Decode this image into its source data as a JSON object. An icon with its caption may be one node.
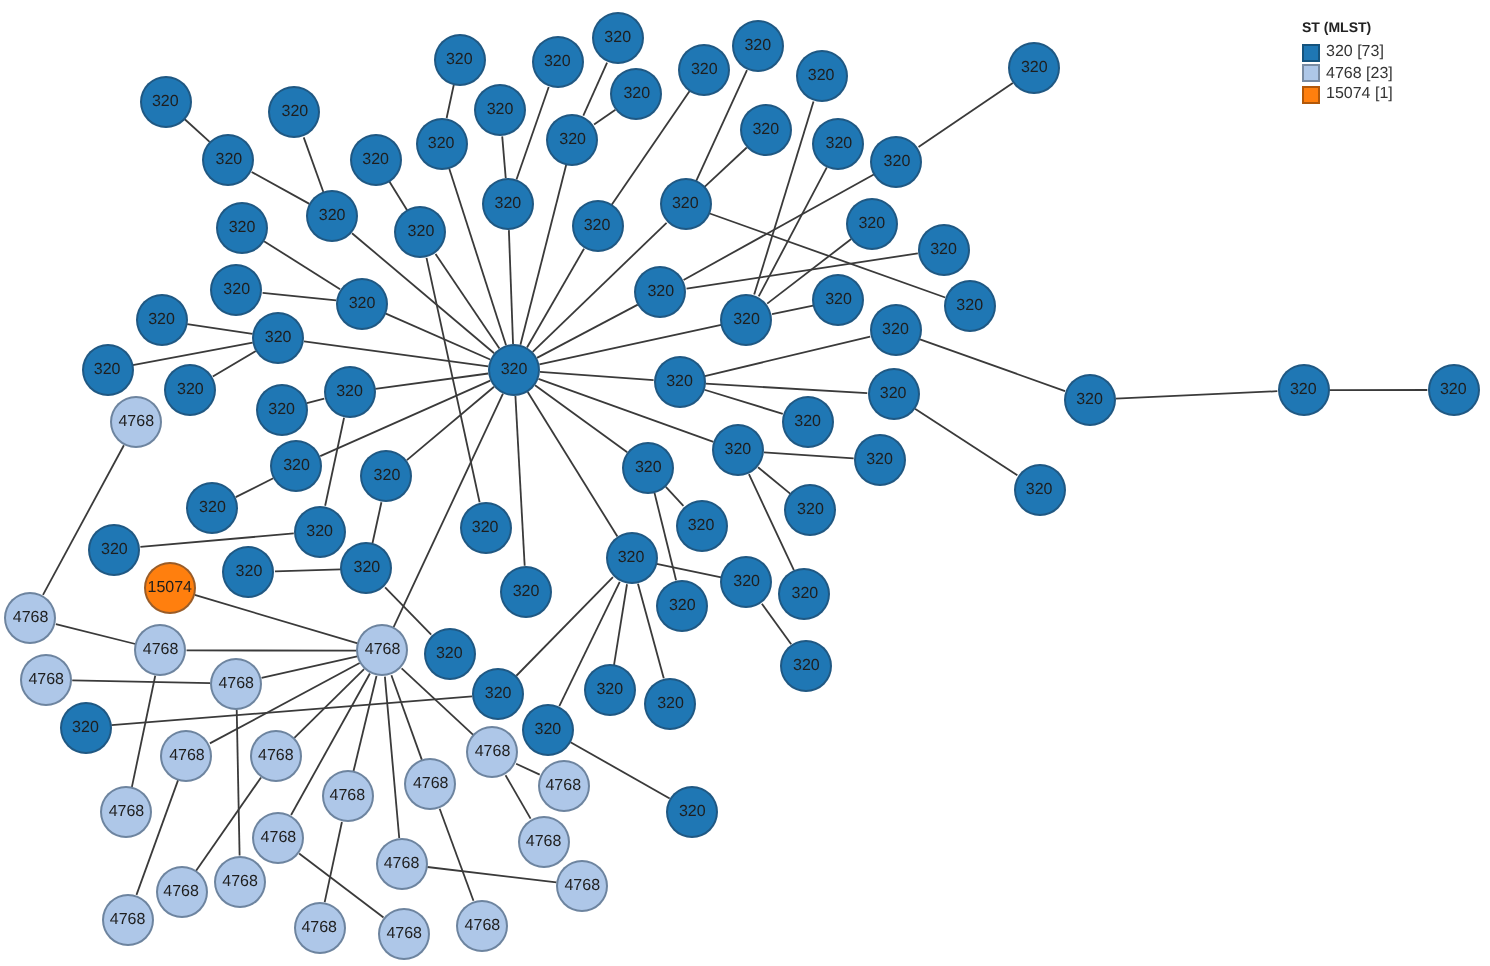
{
  "diagram": {
    "nodes": [
      {
        "text": [
          "320"
        ]
      },
      {
        "text": [
          "320"
        ]
      },
      {
        "text": [
          "320"
        ]
      },
      {
        "text": [
          "320"
        ]
      },
      {
        "text": [
          "320"
        ]
      },
      {
        "text": [
          "320"
        ]
      },
      {
        "text": [
          "320"
        ]
      },
      {
        "text": [
          "320"
        ]
      },
      {
        "text": [
          "320"
        ]
      },
      {
        "text": [
          "320"
        ]
      },
      {
        "text": [
          "320"
        ]
      },
      {
        "text": [
          "320"
        ]
      },
      {
        "text": [
          "320"
        ]
      },
      {
        "text": [
          "320"
        ]
      },
      {
        "text": [
          "320"
        ]
      },
      {
        "text": [
          "320"
        ]
      },
      {
        "text": [
          "320"
        ]
      },
      {
        "text": [
          "320"
        ]
      },
      {
        "text": [
          "320"
        ]
      },
      {
        "text": [
          "320"
        ]
      },
      {
        "text": [
          "320"
        ]
      },
      {
        "text": [
          "320"
        ]
      },
      {
        "text": [
          "320"
        ]
      },
      {
        "text": [
          "320"
        ]
      },
      {
        "text": [
          "320"
        ]
      },
      {
        "text": [
          "320"
        ]
      },
      {
        "text": [
          "320"
        ]
      },
      {
        "text": [
          "320"
        ]
      },
      {
        "text": [
          "320"
        ]
      },
      {
        "text": [
          "320"
        ]
      },
      {
        "text": [
          "320"
        ]
      },
      {
        "text": [
          "320"
        ]
      },
      {
        "text": [
          "320"
        ]
      },
      {
        "text": [
          "320"
        ]
      },
      {
        "text": [
          "320"
        ]
      },
      {
        "text": [
          "320"
        ]
      },
      {
        "text": [
          "320"
        ]
      },
      {
        "text": [
          "320"
        ]
      },
      {
        "text": [
          "320"
        ]
      },
      {
        "text": [
          "320"
        ]
      },
      {
        "text": [
          "320"
        ]
      },
      {
        "text": [
          "320"
        ]
      },
      {
        "text": [
          "320"
        ]
      },
      {
        "text": [
          "320"
        ]
      },
      {
        "text": [
          "320"
        ]
      },
      {
        "text": [
          "320"
        ]
      },
      {
        "text": [
          "320"
        ]
      },
      {
        "text": [
          "320"
        ]
      },
      {
        "text": [
          "320"
        ]
      },
      {
        "text": [
          "320"
        ]
      },
      {
        "text": [
          "320"
        ]
      },
      {
        "text": [
          "320"
        ]
      },
      {
        "text": [
          "320"
        ]
      },
      {
        "text": [
          "320"
        ]
      },
      {
        "text": [
          "320"
        ]
      },
      {
        "text": [
          "320"
        ]
      },
      {
        "text": [
          "320"
        ]
      },
      {
        "text": [
          "320"
        ]
      },
      {
        "text": [
          "320"
        ]
      },
      {
        "text": [
          "320"
        ]
      },
      {
        "text": [
          "320"
        ]
      },
      {
        "text": [
          "320"
        ]
      },
      {
        "text": [
          "320"
        ]
      },
      {
        "text": [
          "320"
        ]
      },
      {
        "text": [
          "320"
        ]
      },
      {
        "text": [
          "320"
        ]
      },
      {
        "text": [
          "320"
        ]
      },
      {
        "text": [
          "320"
        ]
      },
      {
        "text": [
          "320"
        ]
      },
      {
        "text": [
          "320"
        ]
      },
      {
        "text": [
          "320"
        ]
      },
      {
        "text": [
          "320"
        ]
      },
      {
        "text": [
          "320"
        ]
      },
      {
        "text": [
          "4768"
        ]
      },
      {
        "text": [
          "15074"
        ]
      },
      {
        "text": [
          "4768"
        ]
      },
      {
        "text": [
          "4768"
        ]
      },
      {
        "text": [
          "4768"
        ]
      },
      {
        "text": [
          "4768"
        ]
      },
      {
        "text": [
          "4768"
        ]
      },
      {
        "text": [
          "4768"
        ]
      },
      {
        "text": [
          "4768"
        ]
      },
      {
        "text": [
          "4768"
        ]
      },
      {
        "text": [
          "4768"
        ]
      },
      {
        "text": [
          "4768"
        ]
      },
      {
        "text": [
          "4768"
        ]
      },
      {
        "text": [
          "4768"
        ]
      },
      {
        "text": [
          "4768"
        ]
      },
      {
        "text": [
          "4768"
        ]
      },
      {
        "text": [
          "4768"
        ]
      },
      {
        "text": [
          "4768"
        ]
      },
      {
        "text": [
          "4768"
        ]
      },
      {
        "text": [
          "4768"
        ]
      },
      {
        "text": [
          "4768"
        ]
      },
      {
        "text": [
          "4768"
        ]
      },
      {
        "text": [
          "4768"
        ]
      },
      {
        "text": [
          "4768"
        ]
      }
    ],
    "edges": [
      {
        "from": 0,
        "to": 6,
        "arrow": "none"
      },
      {
        "from": 6,
        "to": 2,
        "arrow": "none"
      },
      {
        "from": 2,
        "to": 1,
        "arrow": "none"
      },
      {
        "from": 6,
        "to": 3,
        "arrow": "none"
      },
      {
        "from": 0,
        "to": 8,
        "arrow": "none"
      },
      {
        "from": 8,
        "to": 4,
        "arrow": "none"
      },
      {
        "from": 8,
        "to": 9,
        "arrow": "none"
      },
      {
        "from": 0,
        "to": 10,
        "arrow": "none"
      },
      {
        "from": 10,
        "to": 7,
        "arrow": "none"
      },
      {
        "from": 0,
        "to": 11,
        "arrow": "none"
      },
      {
        "from": 11,
        "to": 12,
        "arrow": "none"
      },
      {
        "from": 11,
        "to": 13,
        "arrow": "none"
      },
      {
        "from": 0,
        "to": 27,
        "arrow": "none"
      },
      {
        "from": 27,
        "to": 14,
        "arrow": "none"
      },
      {
        "from": 27,
        "to": 28,
        "arrow": "none"
      },
      {
        "from": 0,
        "to": 29,
        "arrow": "none"
      },
      {
        "from": 29,
        "to": 31,
        "arrow": "none"
      },
      {
        "from": 0,
        "to": 35,
        "arrow": "none"
      },
      {
        "from": 35,
        "to": 30,
        "arrow": "none"
      },
      {
        "from": 35,
        "to": 34,
        "arrow": "none"
      },
      {
        "from": 35,
        "to": 68,
        "arrow": "none"
      },
      {
        "from": 0,
        "to": 36,
        "arrow": "none"
      },
      {
        "from": 36,
        "to": 32,
        "arrow": "none"
      },
      {
        "from": 32,
        "to": 33,
        "arrow": "none"
      },
      {
        "from": 36,
        "to": 69,
        "arrow": "none"
      },
      {
        "from": 0,
        "to": 38,
        "arrow": "none"
      },
      {
        "from": 38,
        "to": 37,
        "arrow": "none"
      },
      {
        "from": 38,
        "to": 39,
        "arrow": "none"
      },
      {
        "from": 38,
        "to": 47,
        "arrow": "none"
      },
      {
        "from": 38,
        "to": 72,
        "arrow": "none"
      },
      {
        "from": 0,
        "to": 41,
        "arrow": "none"
      },
      {
        "from": 41,
        "to": 40,
        "arrow": "none"
      },
      {
        "from": 41,
        "to": 48,
        "arrow": "none"
      },
      {
        "from": 48,
        "to": 51,
        "arrow": "none"
      },
      {
        "from": 51,
        "to": 52,
        "arrow": "none"
      },
      {
        "from": 52,
        "to": 53,
        "arrow": "none"
      },
      {
        "from": 41,
        "to": 49,
        "arrow": "none"
      },
      {
        "from": 49,
        "to": 50,
        "arrow": "none"
      },
      {
        "from": 42,
        "to": 70,
        "arrow": "none"
      },
      {
        "from": 0,
        "to": 42,
        "arrow": "none"
      },
      {
        "from": 42,
        "to": 44,
        "arrow": "none"
      },
      {
        "from": 42,
        "to": 71,
        "arrow": "none"
      },
      {
        "from": 0,
        "to": 43,
        "arrow": "none"
      },
      {
        "from": 43,
        "to": 45,
        "arrow": "none"
      },
      {
        "from": 43,
        "to": 46,
        "arrow": "none"
      },
      {
        "from": 0,
        "to": 55,
        "arrow": "none"
      },
      {
        "from": 55,
        "to": 56,
        "arrow": "none"
      },
      {
        "from": 56,
        "to": 61,
        "arrow": "none"
      },
      {
        "from": 55,
        "to": 57,
        "arrow": "none"
      },
      {
        "from": 55,
        "to": 58,
        "arrow": "none"
      },
      {
        "from": 58,
        "to": 60,
        "arrow": "none"
      },
      {
        "from": 55,
        "to": 59,
        "arrow": "none"
      },
      {
        "from": 55,
        "to": 62,
        "arrow": "none"
      },
      {
        "from": 62,
        "to": 63,
        "arrow": "none"
      },
      {
        "from": 0,
        "to": 54,
        "arrow": "none"
      },
      {
        "from": 0,
        "to": 15,
        "arrow": "none"
      },
      {
        "from": 15,
        "to": 5,
        "arrow": "none"
      },
      {
        "from": 15,
        "to": 26,
        "arrow": "none"
      },
      {
        "from": 0,
        "to": 17,
        "arrow": "none"
      },
      {
        "from": 17,
        "to": 16,
        "arrow": "none"
      },
      {
        "from": 17,
        "to": 64,
        "arrow": "none"
      },
      {
        "from": 17,
        "to": 65,
        "arrow": "none"
      },
      {
        "from": 0,
        "to": 18,
        "arrow": "none"
      },
      {
        "from": 18,
        "to": 19,
        "arrow": "none"
      },
      {
        "from": 19,
        "to": 23,
        "arrow": "none"
      },
      {
        "from": 18,
        "to": 66,
        "arrow": "none"
      },
      {
        "from": 0,
        "to": 20,
        "arrow": "none"
      },
      {
        "from": 20,
        "to": 67,
        "arrow": "none"
      },
      {
        "from": 0,
        "to": 21,
        "arrow": "none"
      },
      {
        "from": 21,
        "to": 22,
        "arrow": "none"
      },
      {
        "from": 22,
        "to": 24,
        "arrow": "none"
      },
      {
        "from": 22,
        "to": 25,
        "arrow": "none"
      },
      {
        "from": 0,
        "to": 73,
        "arrow": "none"
      },
      {
        "from": 73,
        "to": 74,
        "arrow": "none"
      },
      {
        "from": 73,
        "to": 75,
        "arrow": "none"
      },
      {
        "from": 75,
        "to": 95,
        "arrow": "none"
      },
      {
        "from": 75,
        "to": 96,
        "arrow": "none"
      },
      {
        "from": 73,
        "to": 76,
        "arrow": "none"
      },
      {
        "from": 76,
        "to": 77,
        "arrow": "none"
      },
      {
        "from": 76,
        "to": 79,
        "arrow": "none"
      },
      {
        "from": 79,
        "to": 93,
        "arrow": "none"
      },
      {
        "from": 73,
        "to": 78,
        "arrow": "none"
      },
      {
        "from": 78,
        "to": 81,
        "arrow": "none"
      },
      {
        "from": 73,
        "to": 80,
        "arrow": "none"
      },
      {
        "from": 80,
        "to": 83,
        "arrow": "none"
      },
      {
        "from": 73,
        "to": 84,
        "arrow": "none"
      },
      {
        "from": 84,
        "to": 86,
        "arrow": "none"
      },
      {
        "from": 73,
        "to": 87,
        "arrow": "none"
      },
      {
        "from": 87,
        "to": 94,
        "arrow": "none"
      },
      {
        "from": 73,
        "to": 88,
        "arrow": "none"
      },
      {
        "from": 88,
        "to": 89,
        "arrow": "none"
      },
      {
        "from": 73,
        "to": 90,
        "arrow": "none"
      },
      {
        "from": 90,
        "to": 92,
        "arrow": "none"
      },
      {
        "from": 73,
        "to": 91,
        "arrow": "none"
      },
      {
        "from": 91,
        "to": 82,
        "arrow": "none"
      },
      {
        "from": 91,
        "to": 85,
        "arrow": "none"
      }
    ],
    "labels": [
      "ST (MLST)"
    ],
    "legend": [
      {
        "text": "320 [73]",
        "color": "#1f77b4"
      },
      {
        "text": "4768 [23]",
        "color": "#aec7e8"
      },
      {
        "text": "15074 [1]",
        "color": "#ff7f0e"
      }
    ]
  }
}
